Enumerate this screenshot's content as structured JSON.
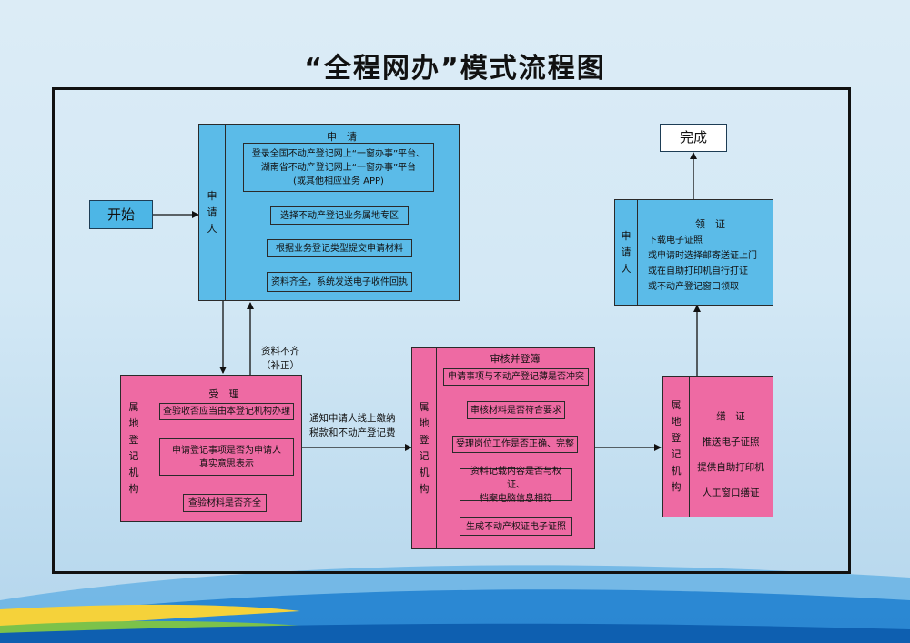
{
  "title": "“全程网办”模式流程图",
  "start": "开始",
  "finish": "完成",
  "apply": {
    "side": [
      "申",
      "请",
      "人"
    ],
    "heading": "申　请",
    "step1": [
      "登录全国不动产登记网上“一窗办事”平台、",
      "湖南省不动产登记网上“一窗办事”平台",
      "(或其他相应业务 APP)"
    ],
    "step2": "选择不动产登记业务属地专区",
    "step3": "根据业务登记类型提交申请材料",
    "step4": "资料齐全，系统发送电子收件回执"
  },
  "accept": {
    "side": [
      "属",
      "地",
      "登",
      "记",
      "机",
      "构"
    ],
    "heading": "受　理",
    "step1": "查验收否应当由本登记机构办理",
    "step2": [
      "申请登记事项是否为申请人",
      "真实意思表示"
    ],
    "step3": "查验材料是否齐全"
  },
  "review": {
    "side": [
      "属",
      "地",
      "登",
      "记",
      "机",
      "构"
    ],
    "heading": "审核并登簿",
    "step1": "申请事项与不动产登记薄是否冲突",
    "step2": "审核材料是否符合要求",
    "step3": "受理岗位工作是否正确、完整",
    "step4": [
      "资料记载内容是否与权证、",
      "档案电脑信息相符"
    ],
    "step5": "生成不动产权证电子证照"
  },
  "issue": {
    "side": [
      "属",
      "地",
      "登",
      "记",
      "机",
      "构"
    ],
    "heading": "缮　证",
    "lines": [
      "推送电子证照",
      "提供自助打印机",
      "人工窗口缮证"
    ]
  },
  "collect": {
    "side": [
      "申",
      "请",
      "人"
    ],
    "heading": "领　证",
    "lines": [
      "下载电子证照",
      "或申请时选择邮寄送证上门",
      "或在自助打印机自行打证",
      "或不动产登记窗口领取"
    ]
  },
  "notes": {
    "incomplete": [
      "资料不齐",
      "（补正）"
    ],
    "fee": [
      "通知申请人线上缴纳",
      "税款和不动产登记费"
    ]
  }
}
